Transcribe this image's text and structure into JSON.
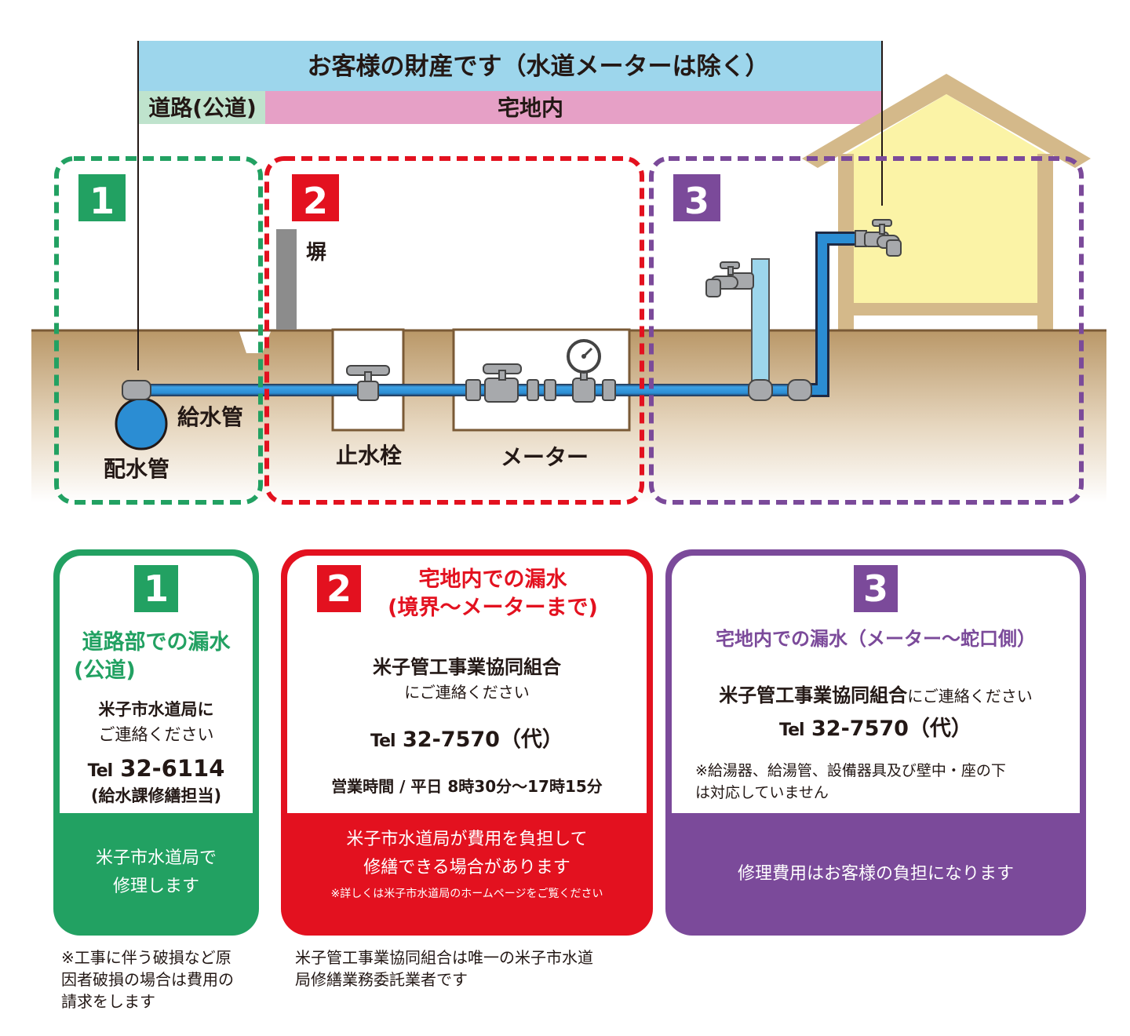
{
  "header": {
    "property_label": "お客様の財産です（水道メーターは除く）",
    "road_label": "道路(公道)",
    "premises_label": "宅地内"
  },
  "zones": {
    "zone1_number": "1",
    "zone2_number": "2",
    "zone3_number": "3"
  },
  "labels": {
    "wall": "塀",
    "supply_pipe": "給水管",
    "distribution_pipe": "配水管",
    "stop_valve": "止水栓",
    "meter": "メーター"
  },
  "colors": {
    "green": "#22A162",
    "red": "#E3111F",
    "purple": "#7B4A9A",
    "sky": "#9DD6EC",
    "pink": "#E6A0C6",
    "road_green": "#BFE3CD",
    "pipe_blue": "#2B8DD3",
    "soil": "#C3A57B",
    "house": "#FBF3A6",
    "house_frame": "#D4B98A"
  },
  "cards": {
    "card1": {
      "number": "1",
      "title_line1": "道路部での漏水",
      "title_line2": "(公道)",
      "contact_line1": "米子市水道局に",
      "contact_line2": "ご連絡ください",
      "tel_prefix": "Tel",
      "tel": "32-6114",
      "dept": "(給水課修繕担当)",
      "bottom_line1": "米子市水道局で",
      "bottom_line2": "修理します",
      "note_line1": "※工事に伴う破損など原",
      "note_line2": "因者破損の場合は費用の",
      "note_line3": "請求をします"
    },
    "card2": {
      "number": "2",
      "title_line1": "宅地内での漏水",
      "title_line2": "(境界〜メーターまで)",
      "org": "米子管工事業協同組合",
      "contact": "にご連絡ください",
      "tel_prefix": "Tel",
      "tel": "32-7570（代）",
      "hours": "営業時間 / 平日 8時30分〜17時15分",
      "bottom_line1": "米子市水道局が費用を負担して",
      "bottom_line2": "修繕できる場合があります",
      "bottom_small": "※詳しくは米子市水道局のホームページをご覧ください",
      "note_line1": "米子管工事業協同組合は唯一の米子市水道",
      "note_line2": "局修繕業務委託業者です"
    },
    "card3": {
      "number": "3",
      "title": "宅地内での漏水（メーター〜蛇口側）",
      "org": "米子管工事業協同組合",
      "contact": "にご連絡ください",
      "tel_prefix": "Tel",
      "tel": "32-7570（代）",
      "caution_line1": "※給湯器、給湯管、設備器具及び壁中・座の下",
      "caution_line2": "は対応していません",
      "bottom": "修理費用はお客様の負担になります"
    }
  }
}
